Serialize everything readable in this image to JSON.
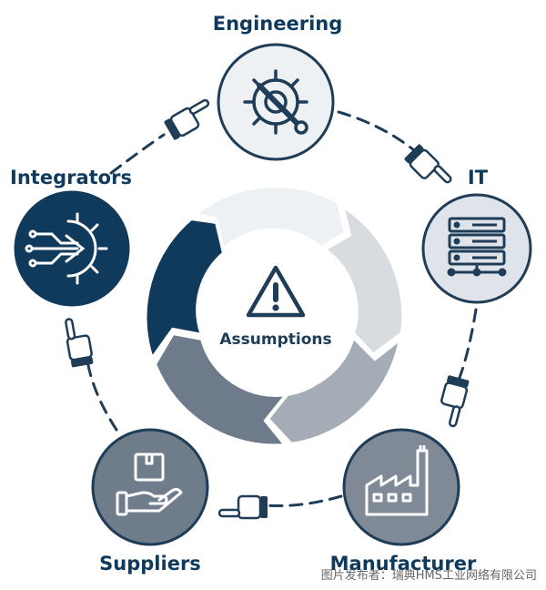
{
  "center": {
    "label": "Assumptions",
    "icon": "warning-icon"
  },
  "nodes": [
    {
      "key": "engineering",
      "label": "Engineering",
      "icon": "gear-wrench-icon"
    },
    {
      "key": "it",
      "label": "IT",
      "icon": "server-network-icon"
    },
    {
      "key": "manufacturer",
      "label": "Manufacturer",
      "icon": "factory-icon"
    },
    {
      "key": "suppliers",
      "label": "Suppliers",
      "icon": "hand-package-icon"
    },
    {
      "key": "integrators",
      "label": "Integrators",
      "icon": "gear-circuit-icon"
    }
  ],
  "footer": {
    "text": "图片发布者：瑞典HMS工业网络有限公司"
  },
  "colors": {
    "navy": "#0f3a5c",
    "slate": "#6d7b8a",
    "gray": "#a4acb5",
    "light": "#d8dce1",
    "lightest": "#eef1f3",
    "circle_light": "#eef1f4",
    "circle_mid": "#dfe4ea",
    "circle_gray": "#7f8a96",
    "circle_slate": "#6f7c89"
  }
}
